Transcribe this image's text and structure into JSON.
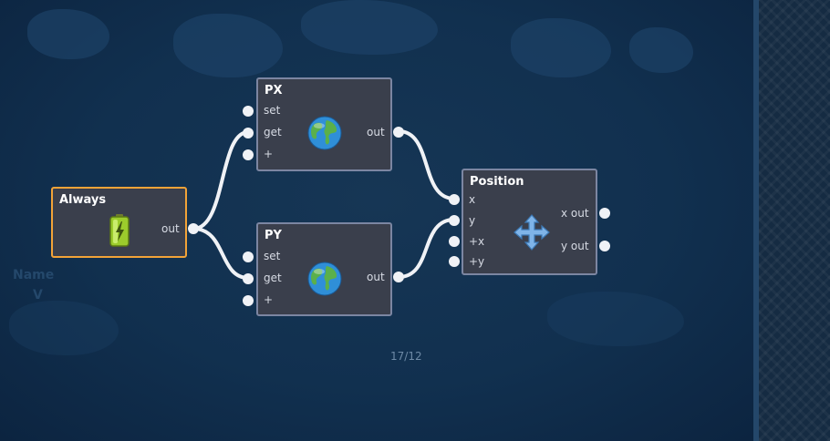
{
  "canvas": {
    "counter": "17/12",
    "ghost_labels": [
      "Name",
      "V"
    ]
  },
  "colors": {
    "background": "#11304f",
    "node_body": "#3a3f4c",
    "node_border": "#7c86a2",
    "selected_border": "#f3a338",
    "wire": "#f0f2f6"
  },
  "nodes": {
    "always": {
      "title": "Always",
      "outputs": [
        "out"
      ],
      "icon": "battery-icon"
    },
    "px": {
      "title": "PX",
      "inputs": [
        "set",
        "get",
        "+"
      ],
      "outputs": [
        "out"
      ],
      "icon": "globe-icon"
    },
    "py": {
      "title": "PY",
      "inputs": [
        "set",
        "get",
        "+"
      ],
      "outputs": [
        "out"
      ],
      "icon": "globe-icon"
    },
    "position": {
      "title": "Position",
      "inputs": [
        "x",
        "y",
        "+x",
        "+y"
      ],
      "outputs": [
        "x out",
        "y out"
      ],
      "icon": "move-arrows-icon"
    }
  }
}
